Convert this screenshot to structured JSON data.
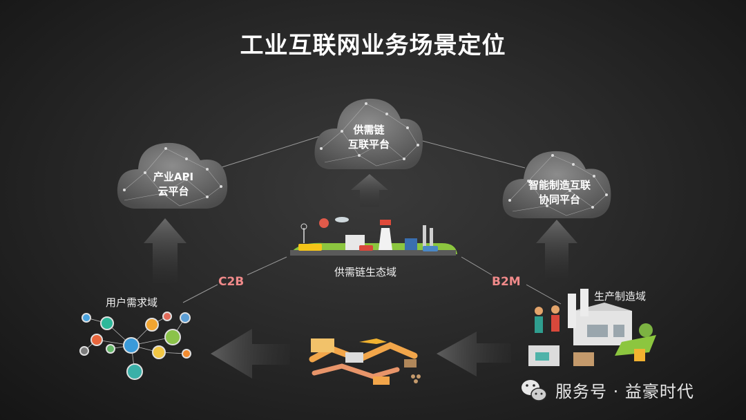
{
  "title": "工业互联网业务场景定位",
  "clouds": {
    "left": {
      "line1": "产业API",
      "line2": "云平台"
    },
    "center": {
      "line1": "供需链",
      "line2": "互联平台"
    },
    "right": {
      "line1": "智能制造互联",
      "line2": "协同平台"
    }
  },
  "domains": {
    "supply_chain": "供需链生态域",
    "user_demand": "用户需求域",
    "production": "生产制造域"
  },
  "tags": {
    "c2b": "C2B",
    "b2m": "B2M"
  },
  "watermark": {
    "text": "服务号 · 益豪时代",
    "icon": "wechat-icon"
  }
}
